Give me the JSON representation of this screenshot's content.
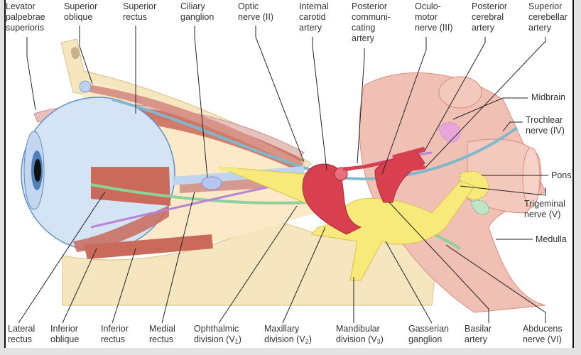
{
  "title": "Anatomy of the orbit, cranial nerves and brainstem (lateral view)",
  "top_labels": [
    {
      "id": "levator-palpebrae-superioris",
      "lines": [
        "Levator",
        "palpebrae",
        "superioris"
      ]
    },
    {
      "id": "superior-oblique",
      "lines": [
        "Superior",
        "oblique"
      ]
    },
    {
      "id": "superior-rectus",
      "lines": [
        "Superior",
        "rectus"
      ]
    },
    {
      "id": "ciliary-ganglion",
      "lines": [
        "Ciliary",
        "ganglion"
      ]
    },
    {
      "id": "optic-nerve",
      "lines": [
        "Optic",
        "nerve (II)"
      ]
    },
    {
      "id": "internal-carotid-artery",
      "lines": [
        "Internal",
        "carotid",
        "artery"
      ]
    },
    {
      "id": "posterior-communicating-artery",
      "lines": [
        "Posterior",
        "communi-",
        "cating",
        "artery"
      ]
    },
    {
      "id": "oculomotor-nerve",
      "lines": [
        "Oculo-",
        "motor",
        "nerve (III)"
      ]
    },
    {
      "id": "posterior-cerebral-artery",
      "lines": [
        "Posterior",
        "cerebral",
        "artery"
      ]
    },
    {
      "id": "superior-cerebellar-artery",
      "lines": [
        "Superior",
        "cerebellar",
        "artery"
      ]
    }
  ],
  "right_labels": [
    {
      "id": "midbrain",
      "lines": [
        "Midbrain"
      ]
    },
    {
      "id": "trochlear-nerve",
      "lines": [
        "Trochlear",
        "nerve (IV)"
      ]
    },
    {
      "id": "pons",
      "lines": [
        "Pons"
      ]
    },
    {
      "id": "trigeminal-nerve",
      "lines": [
        "Trigeminal",
        "nerve (V)"
      ]
    },
    {
      "id": "medulla",
      "lines": [
        "Medulla"
      ]
    }
  ],
  "bottom_labels": [
    {
      "id": "lateral-rectus",
      "lines": [
        "Lateral",
        "rectus"
      ]
    },
    {
      "id": "inferior-oblique",
      "lines": [
        "Inferior",
        "oblique"
      ]
    },
    {
      "id": "inferior-rectus",
      "lines": [
        "Inferior",
        "rectus"
      ]
    },
    {
      "id": "medial-rectus",
      "lines": [
        "Medial",
        "rectus"
      ]
    },
    {
      "id": "ophthalmic-division",
      "lines": [
        "Ophthalmic",
        "division (V"
      ],
      "sub": "1",
      "tail": ")"
    },
    {
      "id": "maxillary-division",
      "lines": [
        "Maxillary",
        "division (V"
      ],
      "sub": "2",
      "tail": ")"
    },
    {
      "id": "mandibular-division",
      "lines": [
        "Mandibular",
        "division (V"
      ],
      "sub": "3",
      "tail": ")"
    },
    {
      "id": "gasserian-ganglion",
      "lines": [
        "Gasserian",
        "ganglion"
      ]
    },
    {
      "id": "basilar-artery",
      "lines": [
        "Basilar",
        "artery"
      ]
    },
    {
      "id": "abducens-nerve",
      "lines": [
        "Abducens",
        "nerve (VI)"
      ]
    }
  ],
  "colors": {
    "bone": "#f6e6bf",
    "muscle": "#c96a5a",
    "eyeball": "#cfe0f4",
    "artery": "#d9404f",
    "trigeminal": "#f7ea7a",
    "oculomotor": "#b884d6",
    "trochlear": "#7fb8cc",
    "abducens": "#8fcf9a",
    "brainstem": "#f1c0b4",
    "leader": "#222222"
  }
}
